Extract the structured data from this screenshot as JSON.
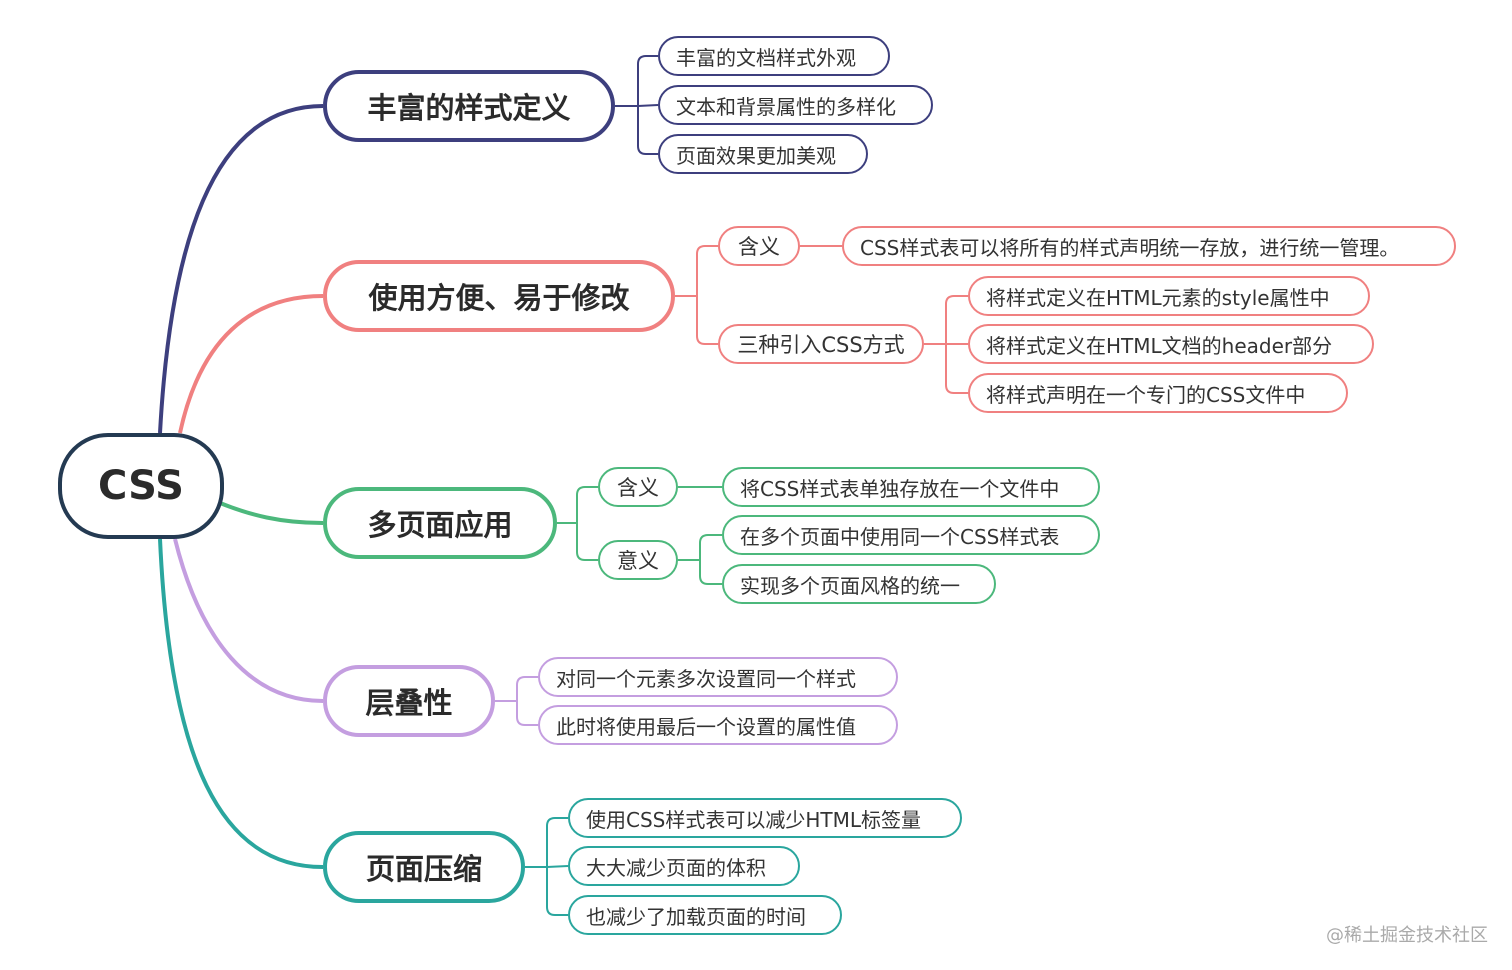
{
  "colors": {
    "root": "#243a52",
    "branch1": "#3d3f7e",
    "branch2": "#f08080",
    "branch3": "#4cb87c",
    "branch4": "#c49ee0",
    "branch5": "#2aa69e"
  },
  "root": "CSS",
  "branches": [
    {
      "title": "丰富的样式定义",
      "items": [
        "丰富的文档样式外观",
        "文本和背景属性的多样化",
        "页面效果更加美观"
      ]
    },
    {
      "title": "使用方便、易于修改",
      "meaning_label": "含义",
      "meaning": "CSS样式表可以将所有的样式声明统一存放，进行统一管理。",
      "methods_label": "三种引入CSS方式",
      "methods": [
        "将样式定义在HTML元素的style属性中",
        "将样式定义在HTML文档的header部分",
        "将样式声明在一个专门的CSS文件中"
      ]
    },
    {
      "title": "多页面应用",
      "meaning_label": "含义",
      "meaning": "将CSS样式表单独存放在一个文件中",
      "significance_label": "意义",
      "significance": [
        "在多个页面中使用同一个CSS样式表",
        "实现多个页面风格的统一"
      ]
    },
    {
      "title": "层叠性",
      "items": [
        "对同一个元素多次设置同一个样式",
        "此时将使用最后一个设置的属性值"
      ]
    },
    {
      "title": "页面压缩",
      "items": [
        "使用CSS样式表可以减少HTML标签量",
        "大大减少页面的体积",
        "也减少了加载页面的时间"
      ]
    }
  ],
  "watermark": "@稀土掘金技术社区"
}
